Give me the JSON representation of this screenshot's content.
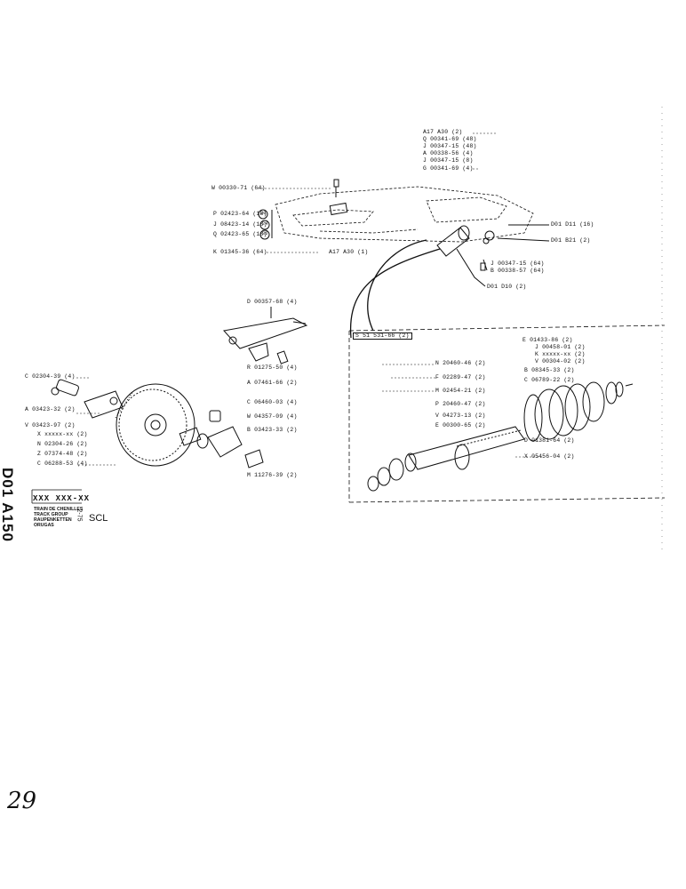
{
  "sheet": {
    "side_code": "D01 A150",
    "box_code": "XXX XXX-XX",
    "title_lines": [
      "TRAIN DE CHENILLES",
      "TRACK GROUP",
      "RAUPENKETTEN",
      "ORUGAS"
    ],
    "model": "SCL",
    "date": "2-75",
    "page_number": "29"
  },
  "labels": {
    "a17a30_2": "A17  A30 (2)",
    "q00341_48": "Q 00341-69 (48)",
    "j00347_48": "J 00347-15 (48)",
    "a00338_4": "A 00338-56 (4)",
    "j00347_8": "J 00347-15 (8)",
    "g00341_4": "G 00341-69 (4)",
    "w00330": "W 00330-71 (64)",
    "p02423": "P 02423-64 (18)",
    "j08423": "J 08423-14 (18)",
    "q02423": "Q 02423-65 (18)",
    "k01345": "K 01345-36 (64)",
    "a17a30_1": "A17  A30 (1)",
    "d01d11": "D01  D11  (16)",
    "d01b21": "D01  B21  (2)",
    "j00347_64": "J 00347-15 (64)",
    "b00338_64": "B 00338-57 (64)",
    "d01d10": "D01  D10 (2)",
    "d00357": "D 00357-68 (4)",
    "r01275": "R 01275-50 (4)",
    "a07461": "A 07461-66 (2)",
    "c06460": "C 06460-03 (4)",
    "w04357": "W 04357-09 (4)",
    "b03423_33": "B 03423-33 (2)",
    "m11276": "M 11276-39 (2)",
    "c02304": "C 02304-39 (4)",
    "a03423": "A 03423-32 (2)",
    "v03423": "V 03423-97 (2)",
    "xxxx": "X xxxxx-xx (2)",
    "n02304": "N 02304-26 (2)",
    "z07374": "Z 07374-48 (2)",
    "c06286": "C 06288-53 (4)",
    "s51531": "S 51 531-66 (2)",
    "e01433": "E 01433-86 (2)",
    "j00458": "J 00458-01 (2)",
    "kxxxx": "K xxxxx-xx (2)",
    "v00304": "V 00304-02 (2)",
    "b08345": "B 08345-33 (2)",
    "c06789": "C 06789-22 (2)",
    "n20460": "N 20460-46 (2)",
    "f02289": "F 02289-47 (2)",
    "m02454": "M 02454-21 (2)",
    "p20460": "P 20460-47 (2)",
    "v04273": "V 04273-13 (2)",
    "e00300": "E 00300-65 (2)",
    "d01381": "D 01381-64 (2)",
    "x05456": "X 05456-04 (2)",
    "circ_p": "20",
    "circ_j": "24",
    "circ_q": "36"
  }
}
